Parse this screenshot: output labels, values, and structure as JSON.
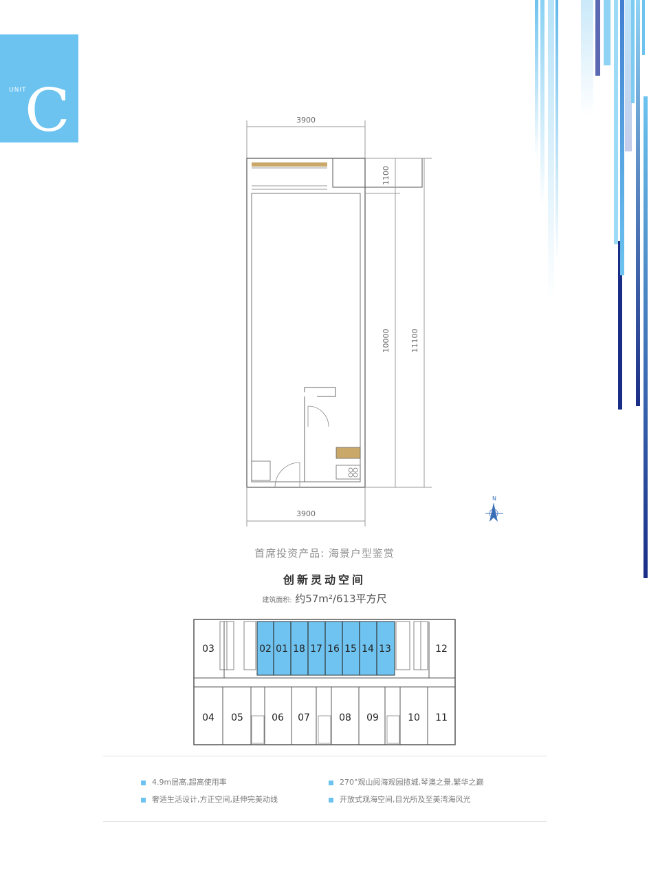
{
  "badge": {
    "unit_label": "UNIT",
    "unit_letter": "C"
  },
  "plan": {
    "dim_top": "3900",
    "dim_bottom": "3900",
    "dim_right_small": "1100",
    "dim_right_mid": "10000",
    "dim_right_total": "11100"
  },
  "title_main": "首席投资产品: 海景户型鉴赏",
  "title_sub": "创新灵动空间",
  "area": {
    "label": "建筑面积:",
    "value": "约57m²/613平方尺"
  },
  "keyplan": {
    "highlighted_units": [
      "02",
      "01",
      "18",
      "17",
      "16",
      "15",
      "14",
      "13"
    ],
    "top_units": [
      "03",
      "12"
    ],
    "bottom_units": [
      "04",
      "05",
      "06",
      "07",
      "08",
      "09",
      "10",
      "11"
    ]
  },
  "features": [
    "4.9m层高,超高使用率",
    "270°观山阅海观园揽城,琴澳之景,繁华之巅",
    "奢适生活设计,方正空间,延伸完美动线",
    "开放式观海空间,目光所及至美湾海风光"
  ],
  "colors": {
    "accent": "#6cc3ef",
    "highlight": "#6fc3f0",
    "deep_blue": "#1a2d86"
  }
}
